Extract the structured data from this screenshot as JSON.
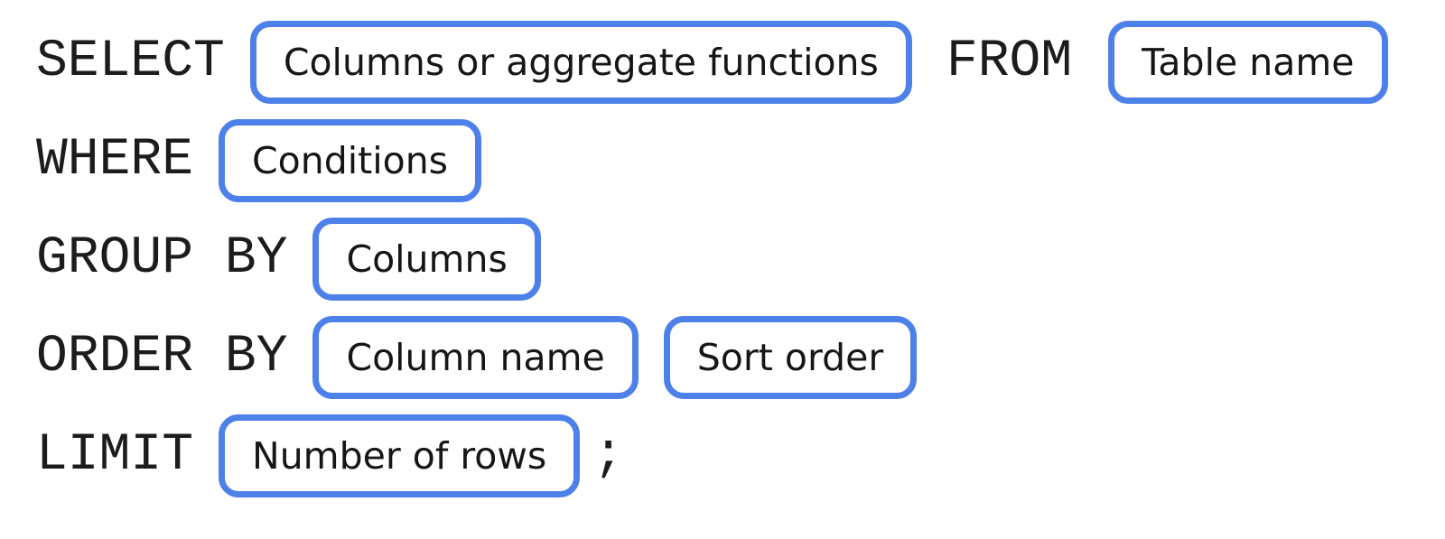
{
  "palette": {
    "pill_border_blue": "#4e80ea",
    "keyword_text": "#1c1c1c",
    "pill_text": "#161616",
    "background": "#ffffff"
  },
  "rows": [
    {
      "keyword": "SELECT",
      "box1": "Columns or aggregate functions",
      "keyword2": "FROM",
      "box2": "Table name"
    },
    {
      "keyword": "WHERE",
      "box1": "Conditions"
    },
    {
      "keyword": "GROUP BY",
      "box1": "Columns"
    },
    {
      "keyword": "ORDER BY",
      "box1": "Column name",
      "box2": "Sort order"
    },
    {
      "keyword": "LIMIT",
      "box1": "Number of rows",
      "terminator": ";"
    }
  ]
}
